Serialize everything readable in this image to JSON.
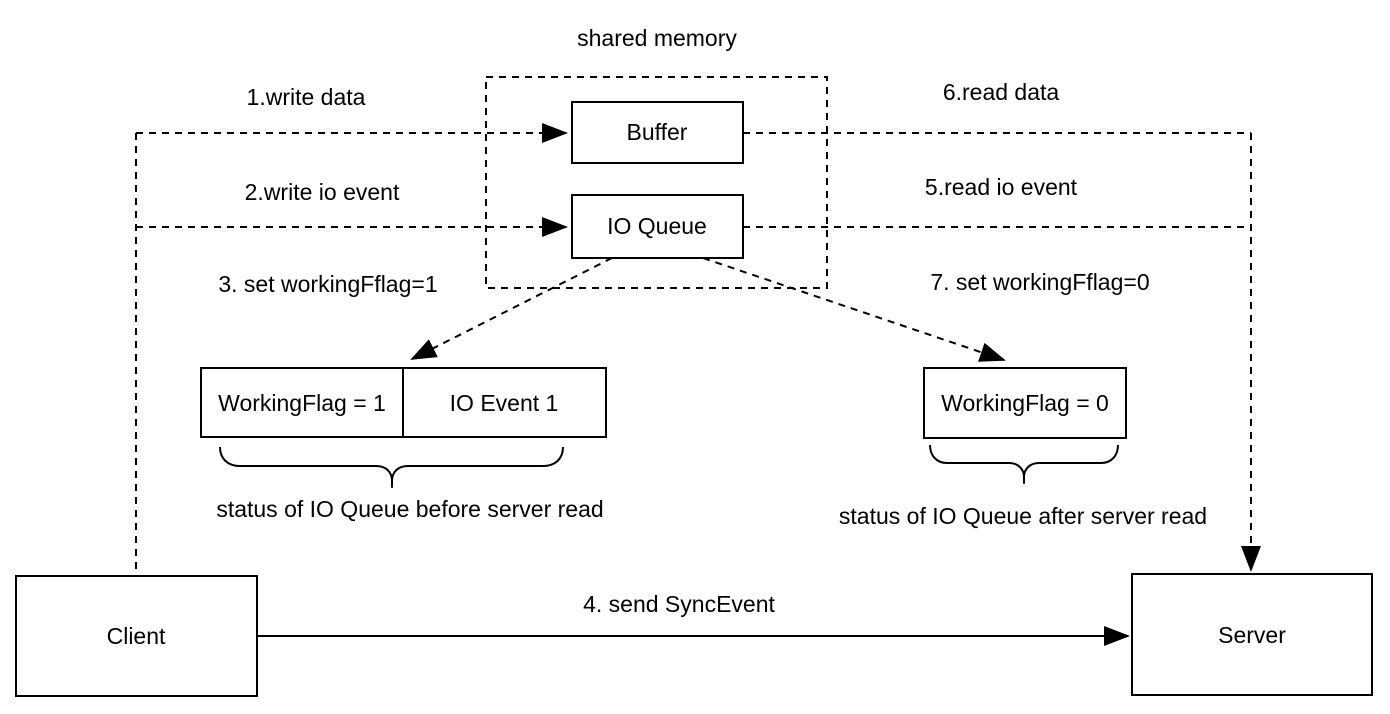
{
  "diagram": {
    "title": "shared memory",
    "nodes": {
      "buffer": "Buffer",
      "io_queue": "IO Queue",
      "working_flag_1": "WorkingFlag = 1",
      "io_event_1": "IO Event 1",
      "working_flag_0": "WorkingFlag = 0",
      "client": "Client",
      "server": "Server"
    },
    "labels": {
      "step1": "1.write data",
      "step2": "2.write io event",
      "step3": "3. set workingFflag=1",
      "step4": "4. send SyncEvent",
      "step5": "5.read io event",
      "step6": "6.read data",
      "step7": "7. set workingFflag=0"
    },
    "captions": {
      "before": "status of IO Queue before server read",
      "after": "status of IO Queue after server read"
    },
    "colors": {
      "stroke": "#000000",
      "background": "#ffffff"
    }
  }
}
